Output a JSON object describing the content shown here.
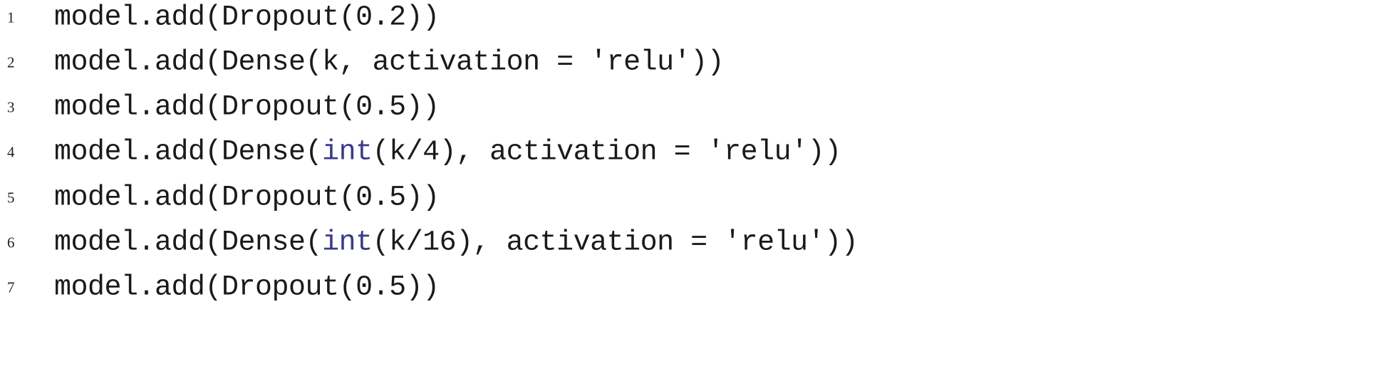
{
  "lines": [
    {
      "number": "1",
      "segments": [
        {
          "text": "model.add(Dropout(0.2))",
          "type": "plain"
        }
      ]
    },
    {
      "number": "2",
      "segments": [
        {
          "text": "model.add(Dense(k, activation = 'relu'))",
          "type": "plain"
        }
      ]
    },
    {
      "number": "3",
      "segments": [
        {
          "text": "model.add(Dropout(0.5))",
          "type": "plain"
        }
      ]
    },
    {
      "number": "4",
      "segments": [
        {
          "text": "model.add(Dense(",
          "type": "plain"
        },
        {
          "text": "int",
          "type": "builtin"
        },
        {
          "text": "(k/4), activation = 'relu'))",
          "type": "plain"
        }
      ]
    },
    {
      "number": "5",
      "segments": [
        {
          "text": "model.add(Dropout(0.5))",
          "type": "plain"
        }
      ]
    },
    {
      "number": "6",
      "segments": [
        {
          "text": "model.add(Dense(",
          "type": "plain"
        },
        {
          "text": "int",
          "type": "builtin"
        },
        {
          "text": "(k/16), activation = 'relu'))",
          "type": "plain"
        }
      ]
    },
    {
      "number": "7",
      "segments": [
        {
          "text": "model.add(Dropout(0.5))",
          "type": "plain"
        }
      ]
    }
  ],
  "colors": {
    "background": "#ffffff",
    "text": "#1a1a1a",
    "builtin": "#3a3a88"
  }
}
